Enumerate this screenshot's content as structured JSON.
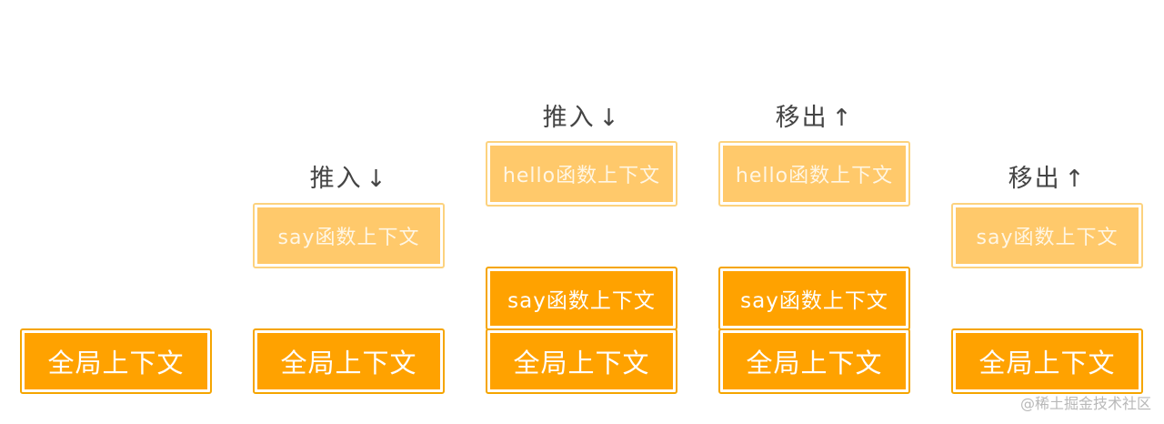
{
  "diagram": {
    "title": "Execution context stack push/pop illustration",
    "colors": {
      "active_fill": "#ffa200",
      "active_border": "#f5a500",
      "faded_fill": "#ffc96b",
      "faded_border": "#fcd27e",
      "label_text": "#444444"
    },
    "steps": [
      {
        "label": null,
        "stack": [
          "全局上下文"
        ],
        "incoming": null
      },
      {
        "label": {
          "text": "推入",
          "arrow": "↓"
        },
        "stack": [
          "全局上下文"
        ],
        "incoming": "say函数上下文"
      },
      {
        "label": {
          "text": "推入",
          "arrow": "↓"
        },
        "stack": [
          "全局上下文",
          "say函数上下文"
        ],
        "incoming": "hello函数上下文"
      },
      {
        "label": {
          "text": "移出",
          "arrow": "↑"
        },
        "stack": [
          "全局上下文",
          "say函数上下文"
        ],
        "outgoing": "hello函数上下文"
      },
      {
        "label": {
          "text": "移出",
          "arrow": "↑"
        },
        "stack": [
          "全局上下文"
        ],
        "outgoing": "say函数上下文"
      }
    ]
  },
  "labels": {
    "push": "推入",
    "pop": "移出",
    "down_arrow": "↓",
    "up_arrow": "↑"
  },
  "contexts": {
    "global": "全局上下文",
    "say": "say函数上下文",
    "hello": "hello函数上下文"
  },
  "watermark": "@稀土掘金技术社区"
}
